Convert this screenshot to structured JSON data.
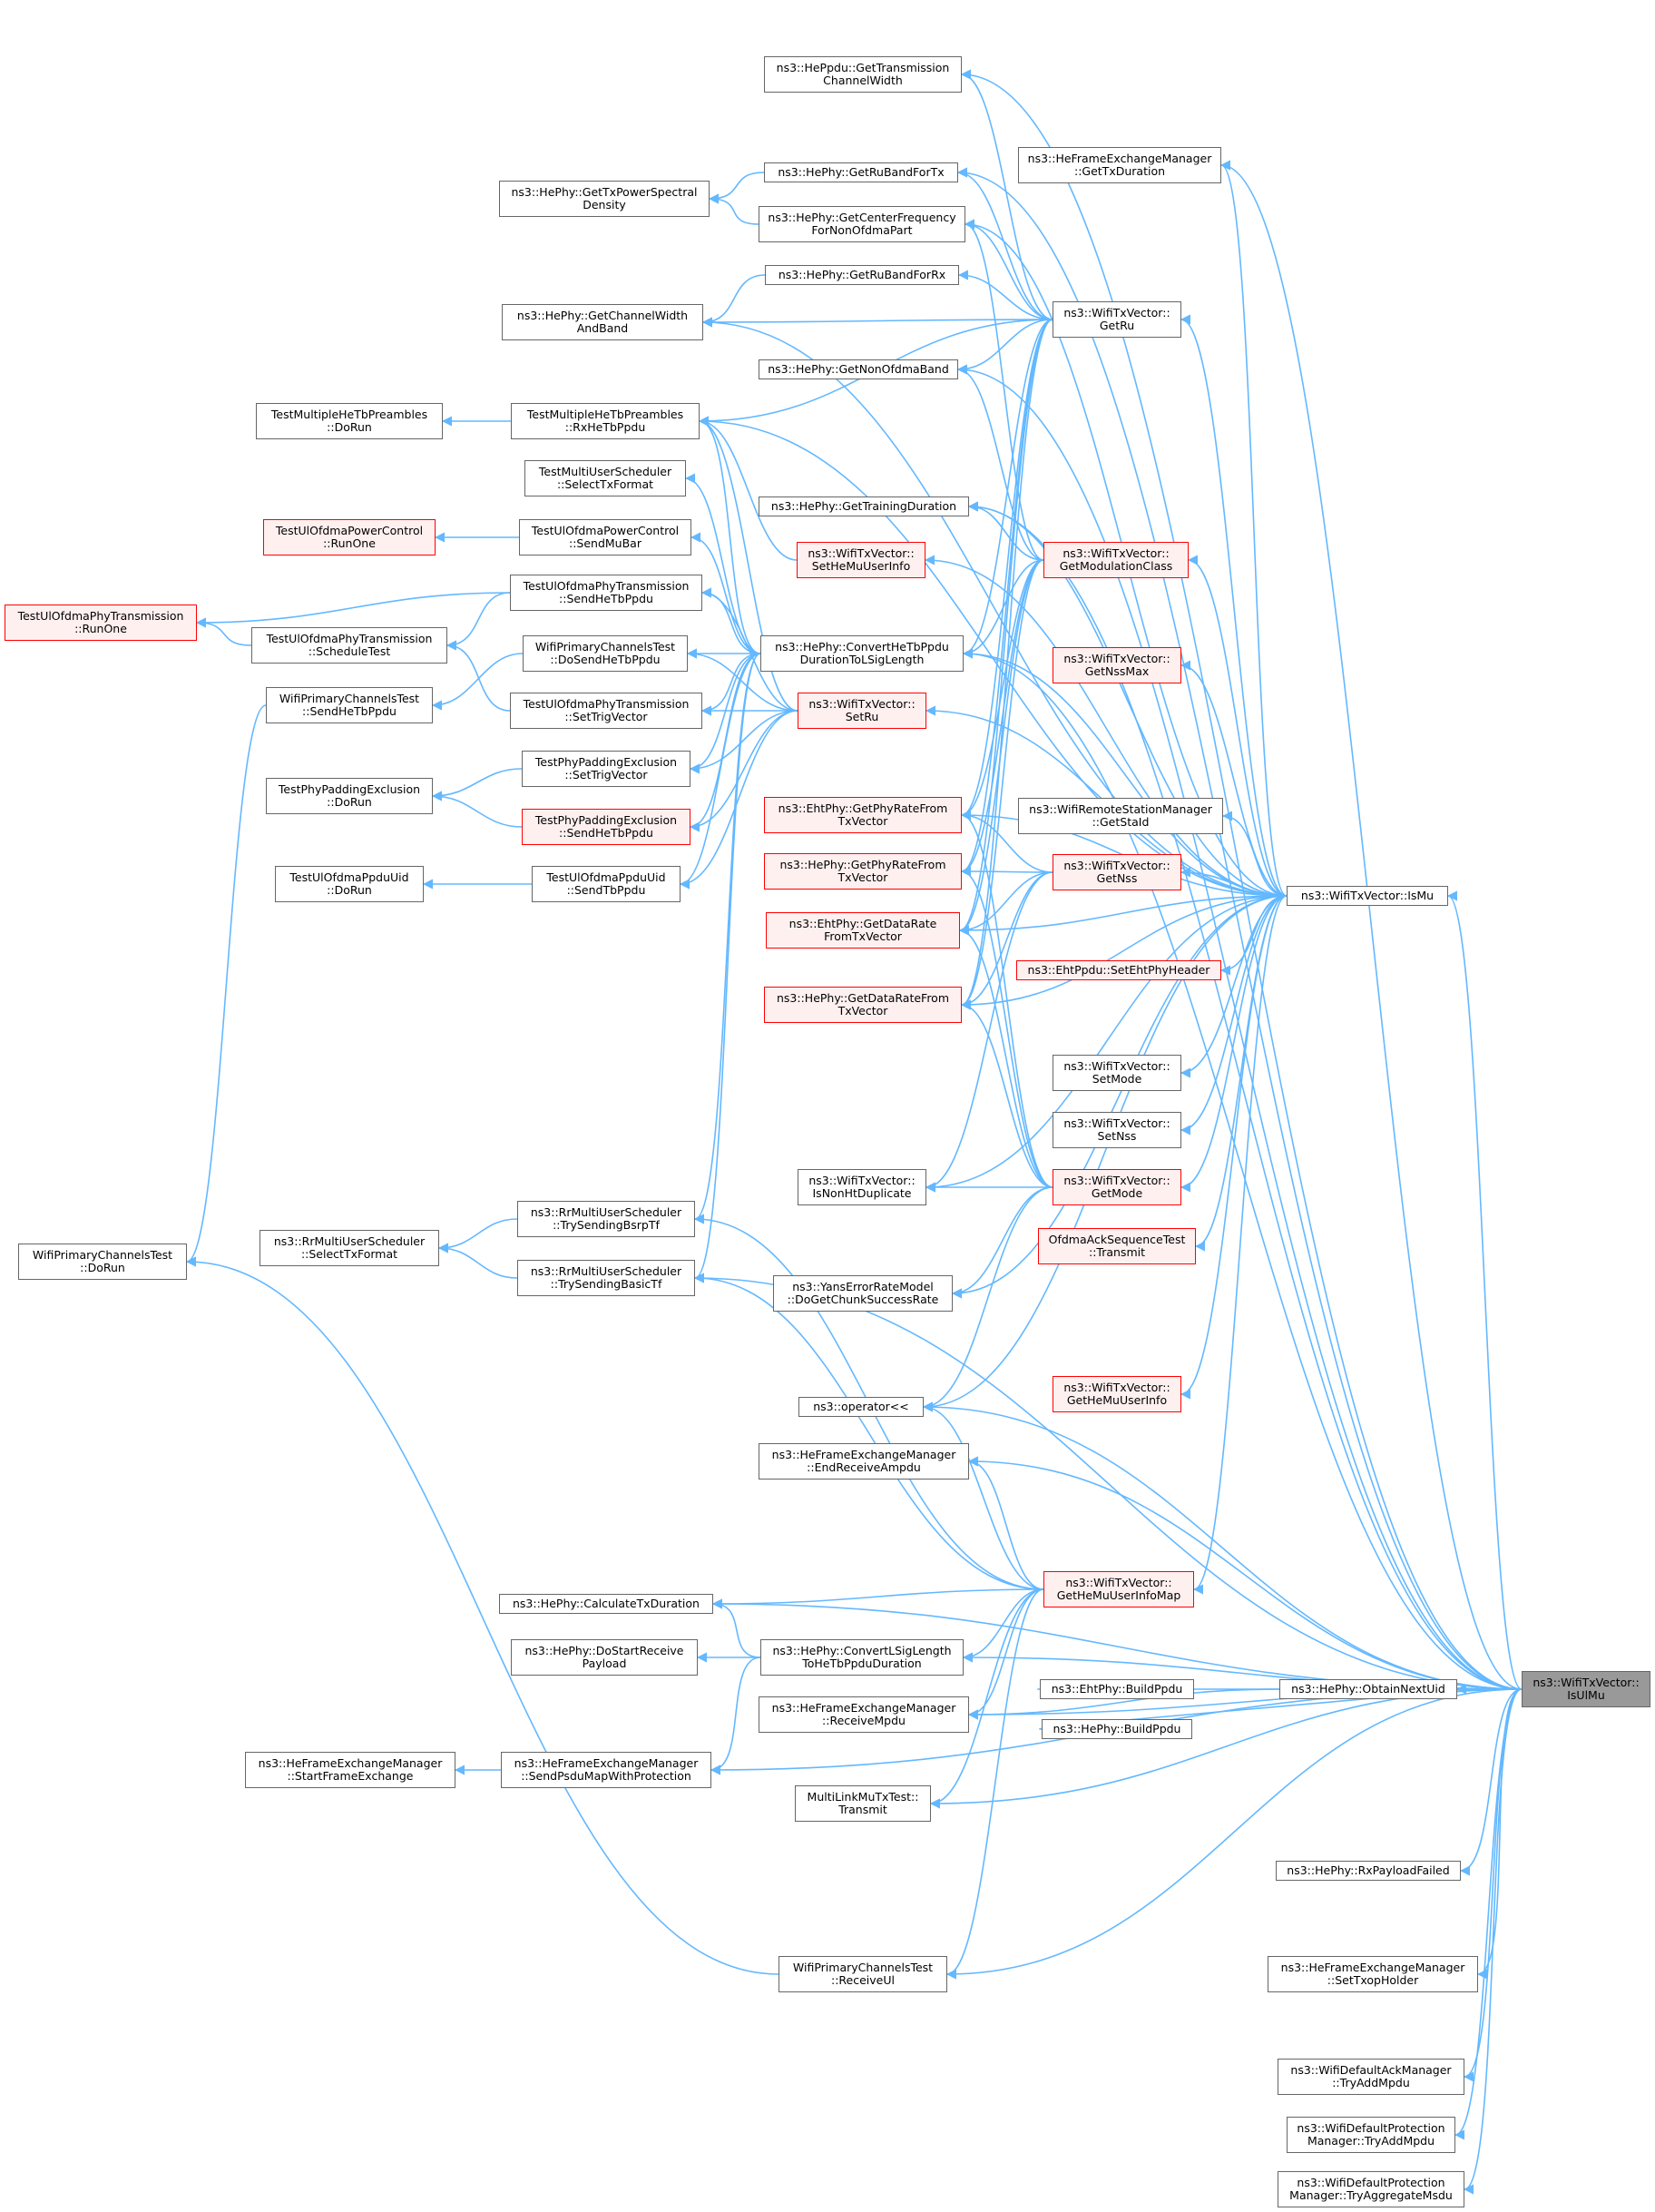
{
  "colors": {
    "edge": "#63b8ff",
    "node_border": "#666666",
    "highlight_border": "#ff0000",
    "highlight_fill": "#fff0f0",
    "root_fill": "#999999"
  },
  "nodes": {
    "n1": "ns3::HePpdu::GetTransmission\nChannelWidth",
    "n2": "ns3::HeFrameExchangeManager\n::GetTxDuration",
    "n3": "ns3::HePhy::GetRuBandForTx",
    "n4": "ns3::HePhy::GetTxPowerSpectral\nDensity",
    "n5": "ns3::HePhy::GetCenterFrequency\nForNonOfdmaPart",
    "n6": "ns3::HePhy::GetRuBandForRx",
    "n7": "ns3::HePhy::GetChannelWidth\nAndBand",
    "n8": "ns3::WifiTxVector::\nGetRu",
    "n9": "ns3::HePhy::GetNonOfdmaBand",
    "n10": "TestMultipleHeTbPreambles\n::DoRun",
    "n11": "TestMultipleHeTbPreambles\n::RxHeTbPpdu",
    "n12": "TestMultiUserScheduler\n::SelectTxFormat",
    "n13": "ns3::HePhy::GetTrainingDuration",
    "n14": "TestUlOfdmaPowerControl\n::RunOne",
    "n15": "TestUlOfdmaPowerControl\n::SendMuBar",
    "n16": "ns3::WifiTxVector::\nSetHeMuUserInfo",
    "n17": "ns3::WifiTxVector::\nGetModulationClass",
    "n18": "TestUlOfdmaPhyTransmission\n::SendHeTbPpdu",
    "n19": "TestUlOfdmaPhyTransmission\n::RunOne",
    "n20": "TestUlOfdmaPhyTransmission\n::ScheduleTest",
    "n21": "WifiPrimaryChannelsTest\n::DoSendHeTbPpdu",
    "n22": "ns3::HePhy::ConvertHeTbPpdu\nDurationToLSigLength",
    "n23": "ns3::WifiTxVector::\nGetNssMax",
    "n24": "WifiPrimaryChannelsTest\n::SendHeTbPpdu",
    "n25": "TestUlOfdmaPhyTransmission\n::SetTrigVector",
    "n26": "ns3::WifiTxVector::\nSetRu",
    "n27": "TestPhyPaddingExclusion\n::SetTrigVector",
    "n28": "TestPhyPaddingExclusion\n::DoRun",
    "n29": "TestPhyPaddingExclusion\n::SendHeTbPpdu",
    "n30": "ns3::EhtPhy::GetPhyRateFrom\nTxVector",
    "n31": "ns3::WifiRemoteStationManager\n::GetStaId",
    "n32": "TestUlOfdmaPpduUid\n::DoRun",
    "n33": "TestUlOfdmaPpduUid\n::SendTbPpdu",
    "n34": "ns3::HePhy::GetPhyRateFrom\nTxVector",
    "n35": "ns3::WifiTxVector::\nGetNss",
    "n36": "ns3::WifiTxVector::IsMu",
    "n37": "ns3::EhtPhy::GetDataRate\nFromTxVector",
    "n38": "ns3::EhtPpdu::SetEhtPhyHeader",
    "n39": "ns3::HePhy::GetDataRateFrom\nTxVector",
    "n40": "ns3::WifiTxVector::\nSetMode",
    "n41": "ns3::WifiTxVector::\nSetNss",
    "n42": "ns3::WifiTxVector::\nIsNonHtDuplicate",
    "n43": "ns3::WifiTxVector::\nGetMode",
    "n44": "ns3::RrMultiUserScheduler\n::TrySendingBsrpTf",
    "n45": "ns3::RrMultiUserScheduler\n::SelectTxFormat",
    "n46": "WifiPrimaryChannelsTest\n::DoRun",
    "n47": "OfdmaAckSequenceTest\n::Transmit",
    "n48": "ns3::RrMultiUserScheduler\n::TrySendingBasicTf",
    "n49": "ns3::YansErrorRateModel\n::DoGetChunkSuccessRate",
    "n50": "ns3::WifiTxVector::\nGetHeMuUserInfo",
    "n51": "ns3::operator<<",
    "n52": "ns3::HeFrameExchangeManager\n::EndReceiveAmpdu",
    "n53": "ns3::WifiTxVector::\nGetHeMuUserInfoMap",
    "n54": "ns3::HePhy::CalculateTxDuration",
    "n55": "ns3::HePhy::DoStartReceive\nPayload",
    "n56": "ns3::HePhy::ConvertLSigLength\nToHeTbPpduDuration",
    "n57": "ns3::WifiTxVector::\nIsUlMu",
    "n58": "ns3::EhtPhy::BuildPpdu",
    "n59": "ns3::HePhy::ObtainNextUid",
    "n60": "ns3::HeFrameExchangeManager\n::ReceiveMpdu",
    "n61": "ns3::HePhy::BuildPpdu",
    "n62": "ns3::HeFrameExchangeManager\n::StartFrameExchange",
    "n63": "ns3::HeFrameExchangeManager\n::SendPsduMapWithProtection",
    "n64": "MultiLinkMuTxTest::\nTransmit",
    "n65": "ns3::HePhy::RxPayloadFailed",
    "n66": "WifiPrimaryChannelsTest\n::ReceiveUl",
    "n67": "ns3::HeFrameExchangeManager\n::SetTxopHolder",
    "n68": "ns3::WifiDefaultAckManager\n::TryAddMpdu",
    "n69": "ns3::WifiDefaultProtection\nManager::TryAddMpdu",
    "n70": "ns3::WifiDefaultProtection\nManager::TryAggregateMsdu"
  }
}
